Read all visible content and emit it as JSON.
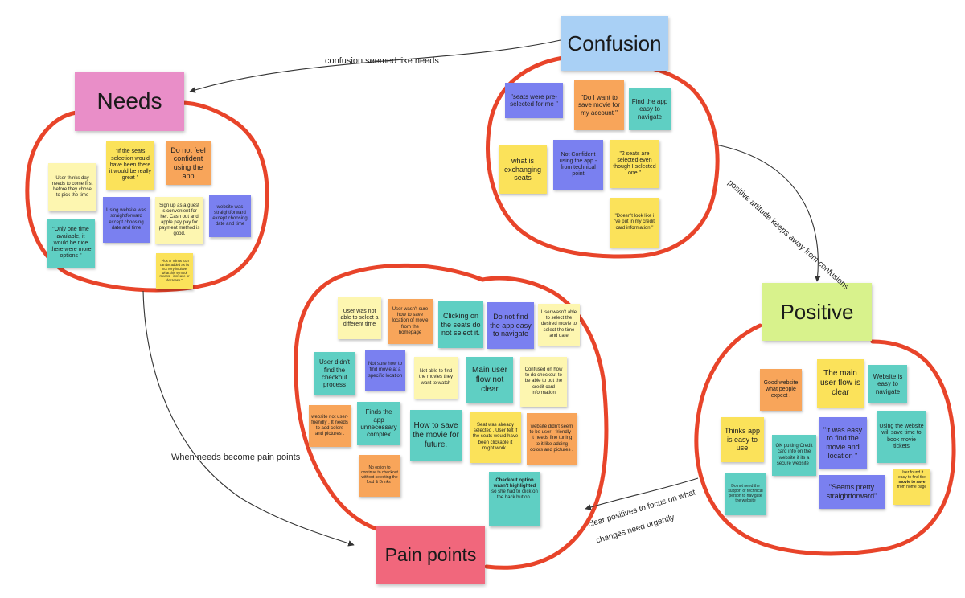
{
  "headers": {
    "confusion": "Confusion",
    "needs": "Needs",
    "positive": "Positive",
    "pain_points": "Pain points"
  },
  "connectors": {
    "confusion_to_needs": "confusion seemed like needs",
    "confusion_to_positive": "positive attitude keeps away from confusions",
    "needs_to_pain": "When needs become pain points",
    "positive_to_pain_line1": "clear positives to focus on what",
    "positive_to_pain_line2": "changes need urgently"
  },
  "needs_notes": [
    "User thinks day needs to come first before they chose to pick the time",
    "\"If the seats selection would have been there it would be really great \"",
    "Do not feel confident using the app",
    "Using website was straightforward except choosing date and time",
    "Sign up as a guest is convenient for her. Cash out and apple pay pay for payment method is good.",
    "website was straightforward except choosing date and time",
    "\"Only one time available, it would be nice there were more options \"",
    "\"Plus or minus icon can be added as its not very intuitive what this symbol means - increase or decrease.\""
  ],
  "confusion_notes": [
    "\"seats were pre-selected for me \"",
    "\"Do I want to save movie for my account \"",
    "Find the app easy to navigate",
    "what is exchanging seats",
    "Not Confident using the app - from technical point",
    "\"2 seats are selected even though I selected one \"",
    "\"Doesn't look like i 've put in my credit card information \""
  ],
  "positive_notes": [
    "Good website what people expect .",
    "The main user flow is clear",
    "Website is easy to navigate",
    "Thinks app is easy to use",
    "OK putting Credit card info on the website if its a secure website .",
    "\"It was easy to find the movie and location \"",
    "Using the website will save time to book movie tickets",
    "Do not need the support of technical person to navigate the website",
    "\"Seems pretty straightforward\"",
    "User found it easy to find the ",
    "movie to save",
    " from home page"
  ],
  "pain_notes": [
    "User was not able to select a different time",
    "User wasn't sure how to save location of movie from the homepage",
    "Clicking on the seats do not select it.",
    "Do not find the app easy to navigate",
    "User wasn't able to select the desired movie to select the time and date",
    "User didn't find the checkout process",
    "Not sure how to find movie at a specific location",
    "Not able to find the movies they want to watch",
    "Main user flow not clear",
    "Confused on how to do checkout to be able to put the credit card information",
    "website not user-friendly . It needs to add colors and pictures .",
    "Finds the app unnecessary complex",
    "How to save the movie for future.",
    "Seat was already selected . User felt if the seats would have been clickable it might work .",
    "website didn't seem to be user - friendly . It needs fine tuning to it like adding colors and pictures .",
    "No option to continue to checkout without selecting the food & Drinks .",
    "Checkout option wasn't highlighted",
    " so she had to click on the back button ."
  ],
  "colors": {
    "outline": "#e8442a",
    "confusion_header": "#a9d0f5",
    "needs_header": "#e98ec8",
    "positive_header": "#d8f28c",
    "pain_header": "#f1677c",
    "yellow": "#fbe25a",
    "light_yellow": "#fdf6b0",
    "orange": "#f8a55a",
    "teal": "#5fcfc3",
    "blue": "#7a80f0"
  }
}
